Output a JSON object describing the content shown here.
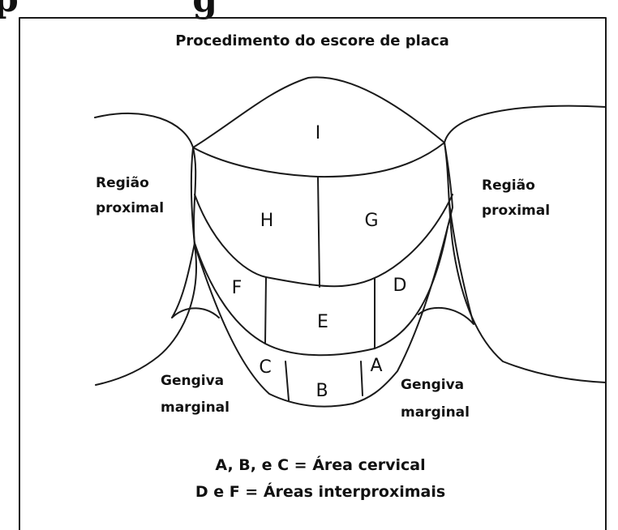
{
  "header": {
    "cut_heading_fragment": "p              g"
  },
  "figure": {
    "title": "Procedimento do escore de placa",
    "regions": [
      "I",
      "H",
      "G",
      "F",
      "E",
      "D",
      "C",
      "B",
      "A"
    ],
    "labels": {
      "proximal_left_1": "Região",
      "proximal_left_2": "proximal",
      "proximal_right_1": "Região",
      "proximal_right_2": "proximal",
      "gingiva_left_1": "Gengiva",
      "gingiva_left_2": "marginal",
      "gingiva_right_1": "Gengiva",
      "gingiva_right_2": "marginal"
    },
    "legend": {
      "line1": "A, B, e C = Área cervical",
      "line2": "D e F = Áreas interproximais"
    }
  }
}
